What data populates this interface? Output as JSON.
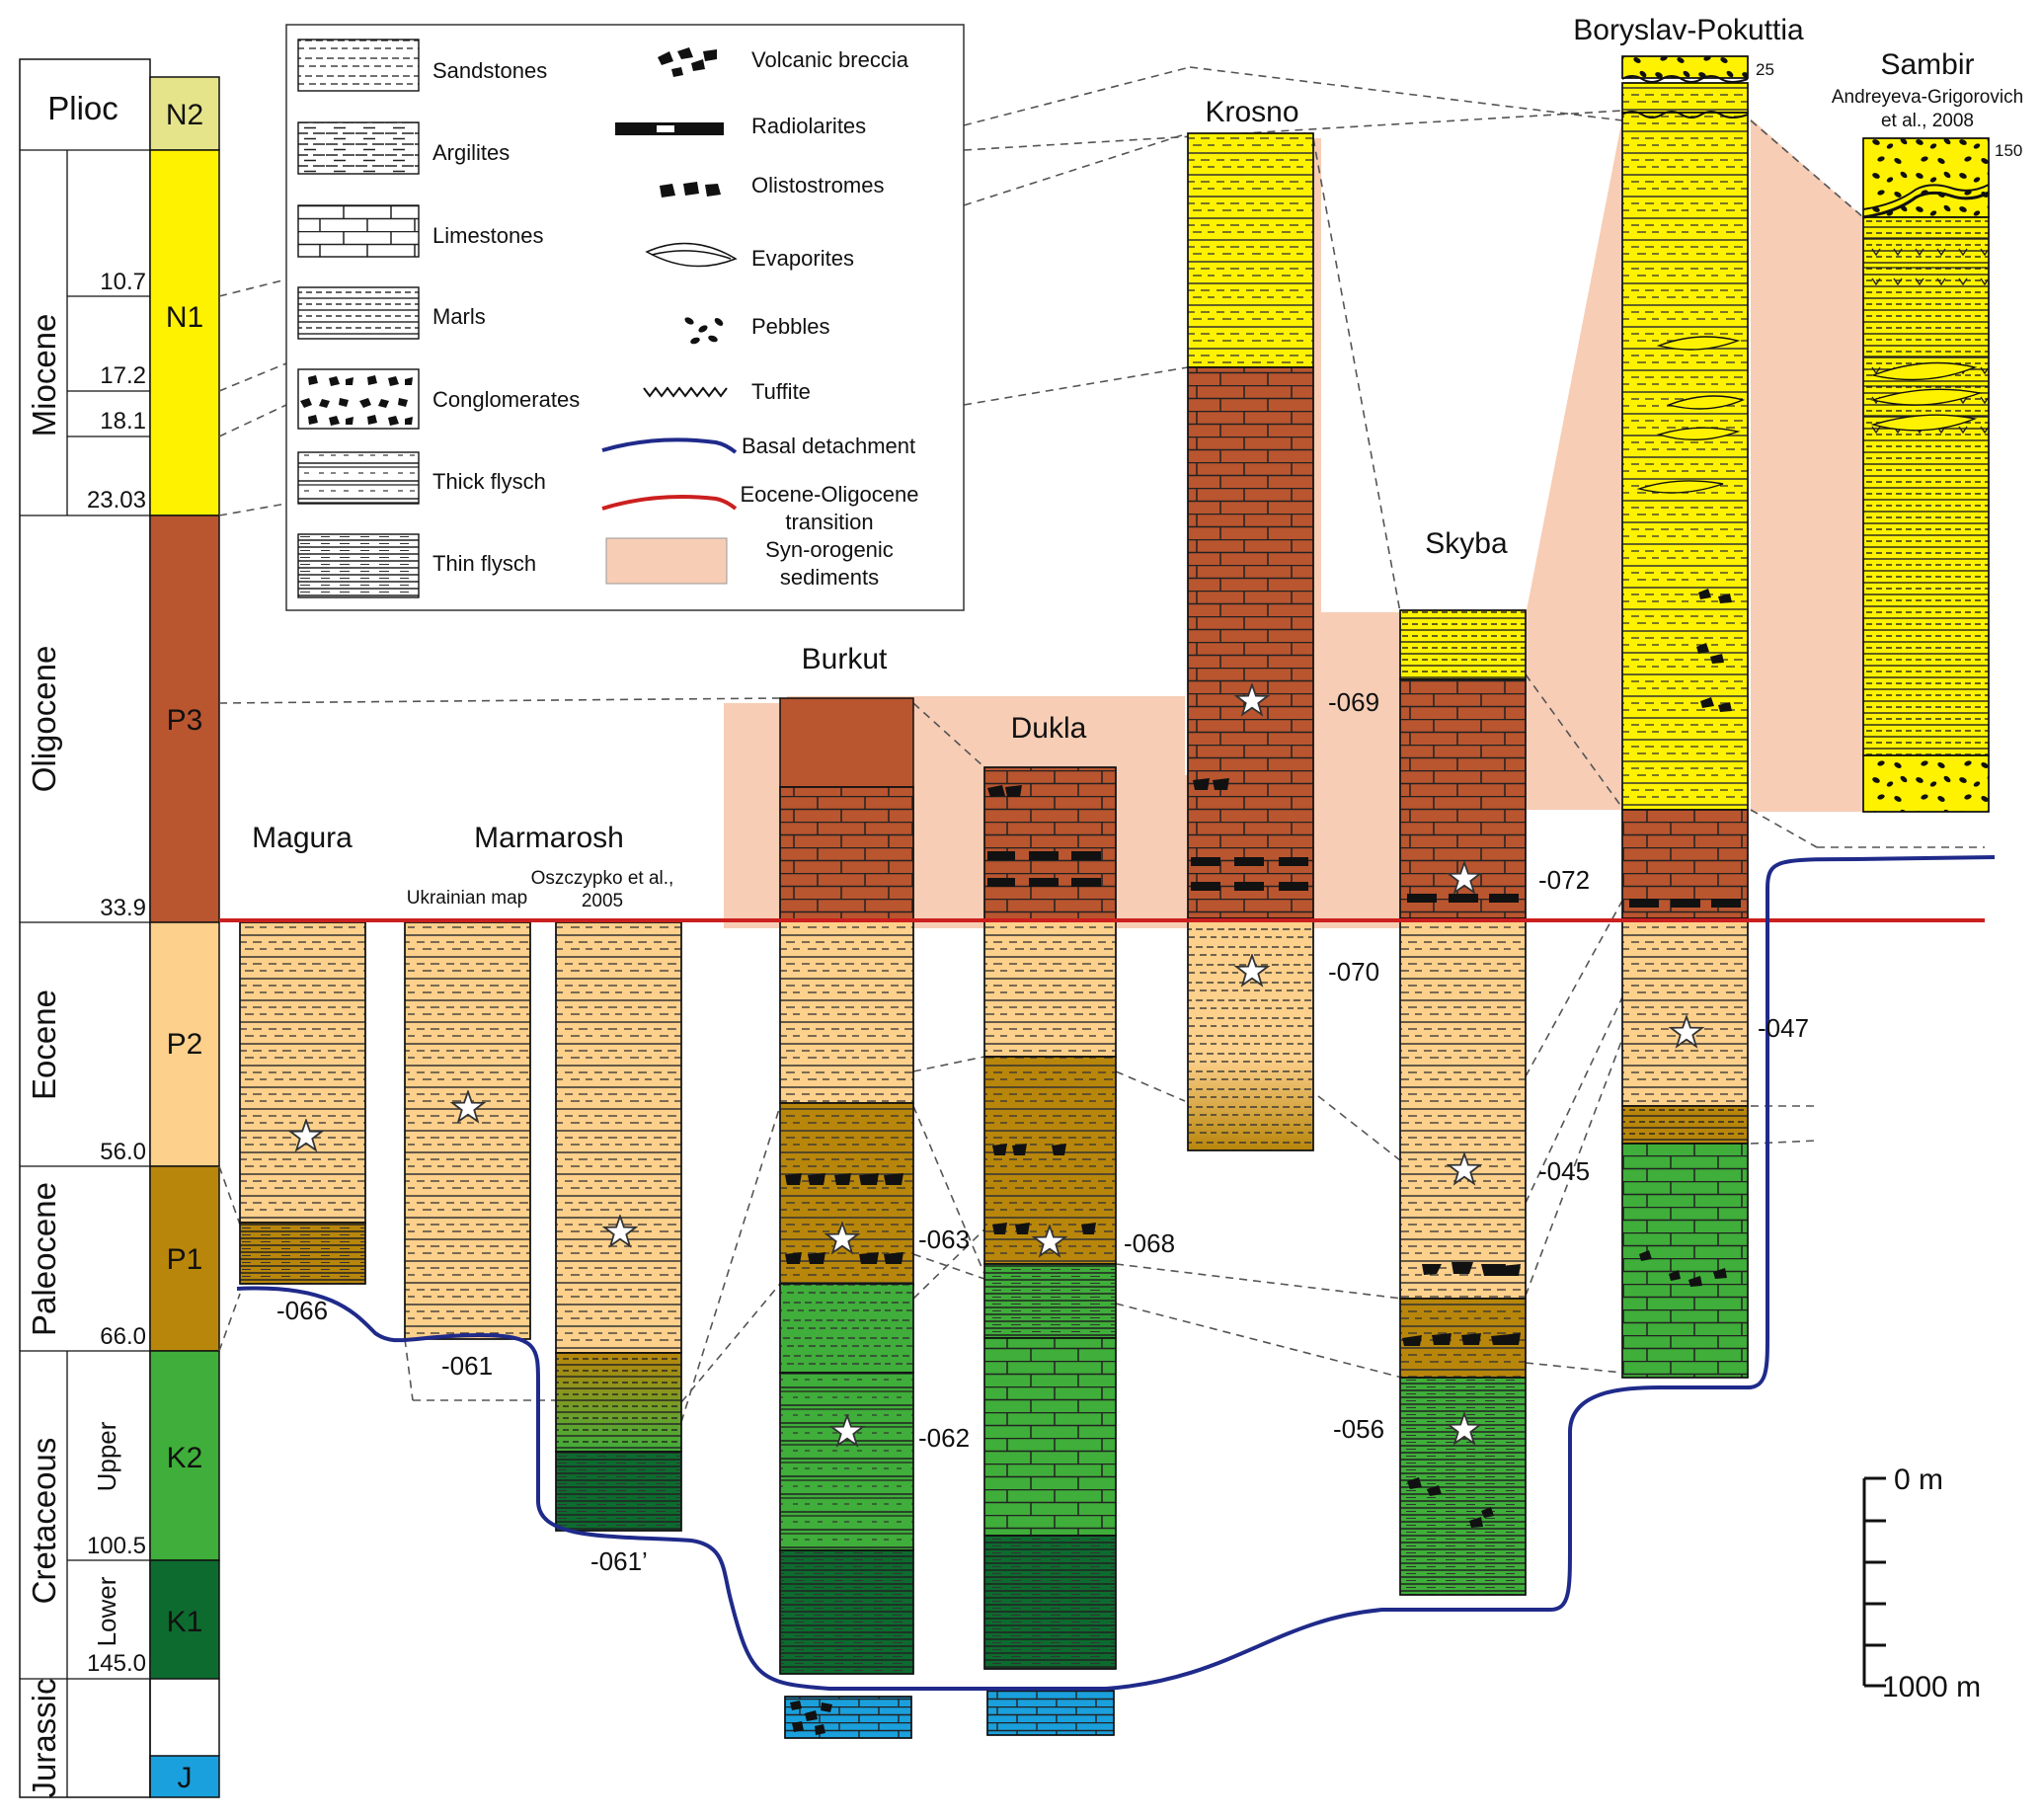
{
  "timescale": {
    "epochs": [
      "Plioc",
      "Miocene",
      "Oligocene",
      "Eocene",
      "Paleocene",
      "Cretaceous",
      "Jurassic"
    ],
    "subdivisions": [
      "Upper",
      "Lower"
    ],
    "periods": [
      "N2",
      "N1",
      "P3",
      "P2",
      "P1",
      "K2",
      "K1",
      "J"
    ],
    "ages": [
      "10.7",
      "17.2",
      "18.1",
      "23.03",
      "33.9",
      "56.0",
      "66.0",
      "100.5",
      "145.0"
    ],
    "colors": {
      "N2": "#e6e48a",
      "N1": "#fff200",
      "P3": "#b9552f",
      "P2": "#fdd08b",
      "P1": "#b8860b",
      "K2": "#3fae3a",
      "K1": "#0d6b2f",
      "J": "#1aa0dc"
    }
  },
  "legend": {
    "lithologies": [
      "Sandstones",
      "Argilites",
      "Limestones",
      "Marls",
      "Conglomerates",
      "Thick flysch",
      "Thin flysch"
    ],
    "symbols": [
      "Volcanic breccia",
      "Radiolarites",
      "Olistostromes",
      "Evaporites",
      "Pebbles",
      "Tuffite",
      "Basal detachment"
    ],
    "eo_transition": [
      "Eocene-Oligocene",
      "transition"
    ],
    "syn_orogenic": [
      "Syn-orogenic",
      "sediments"
    ],
    "line_colors": {
      "basal_detachment": "#1f2a8a",
      "eocene_oligocene": "#cc1f1f",
      "syn_orogenic_fill": "#f7cdb5"
    }
  },
  "units": {
    "magura": "Magura",
    "marmarosh": "Marmarosh",
    "marmarosh_src1": "Ukrainian map",
    "marmarosh_src2": [
      "Oszczypko et al.,",
      "2005"
    ],
    "burkut": "Burkut",
    "dukla": "Dukla",
    "krosno": "Krosno",
    "skyba": "Skyba",
    "boryslav": "Boryslav-Pokuttia",
    "sambir": "Sambir",
    "sambir_src": [
      "Andreyeva-Grigorovich",
      "et al., 2008"
    ]
  },
  "samples": [
    "-066",
    "-061",
    "-061’",
    "-063",
    "-062",
    "-068",
    "-069",
    "-070",
    "-072",
    "-045",
    "-056",
    "-047"
  ],
  "small_labels": [
    "25",
    "150"
  ],
  "scale_bar": {
    "top": "0 m",
    "bottom": "1000 m"
  }
}
